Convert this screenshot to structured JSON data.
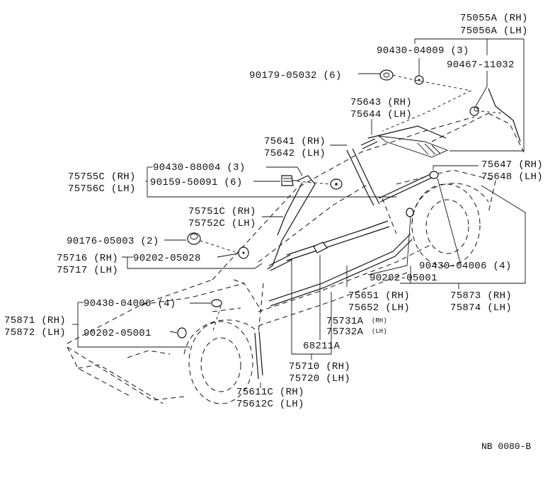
{
  "diagram_code": "NB 0080-B",
  "labels": {
    "p75055A": "75055A (RH)",
    "p75056A": "75056A (LH)",
    "p90430_04009": "90430-04009 (3)",
    "p90467_11032": "90467-11032",
    "p90179_05032": "90179-05032 (6)",
    "p75643": "75643 (RH)",
    "p75644": "75644 (LH)",
    "p75641": "75641 (RH)",
    "p75642": "75642 (LH)",
    "p75647": "75647 (RH)",
    "p75648": "75648 (LH)",
    "p90430_08004": "90430-08004 (3)",
    "p75755C": "75755C (RH)",
    "p90159_50091": "90159-50091 (6)",
    "p75756C": "75756C (LH)",
    "p75751C": "75751C (RH)",
    "p75752C": "75752C (LH)",
    "p90176_05003": "90176-05003 (2)",
    "p75716": "75716 (RH)",
    "p90202_05028": "90202-05028",
    "p75717": "75717 (LH)",
    "p90430_04006_r": "90430-04006 (4)",
    "p90202_05001_r": "90202-05001",
    "p75651": "75651 (RH)",
    "p75652": "75652 (LH)",
    "p75873": "75873 (RH)",
    "p75874": "75874 (LH)",
    "p75731A": "75731A",
    "p75731A_side": "(RH)",
    "p75732A": "75732A",
    "p75732A_side": "(LH)",
    "p90430_04006_l": "90430-04006 (4)",
    "p75871": "75871 (RH)",
    "p75872": "75872 (LH)",
    "p90202_05001_l": "90202-05001",
    "p68211A": "68211A",
    "p75710": "75710 (RH)",
    "p75720": "75720 (LH)",
    "p75611C": "75611C (RH)",
    "p75612C": "75612C (LH)"
  }
}
